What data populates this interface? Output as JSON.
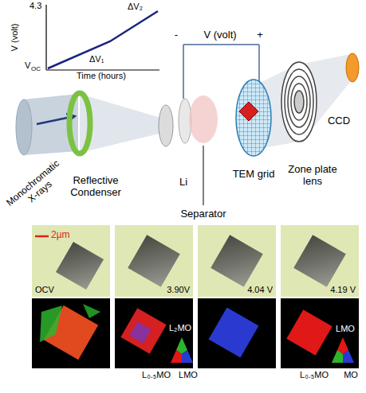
{
  "diagram": {
    "nodes": [
      {
        "text": [
          "OCV"
        ]
      },
      {
        "text": [
          "3.90V"
        ]
      },
      {
        "text": [
          "4.04 V"
        ]
      },
      {
        "text": [
          "4.19 V"
        ]
      }
    ],
    "labels": [
      "V (volt)",
      "4.3",
      "V",
      "OC",
      "Time (hours)",
      "ΔV₁",
      "ΔV₂",
      "-",
      "V (volt)",
      "+",
      "Monochromatic X-rays",
      "Reflective Condenser",
      "Li",
      "Separator",
      "TEM grid",
      "Zone plate lens",
      "CCD",
      "2µm",
      "L₂MO",
      "L₀.₅MO",
      "LMO",
      "LMO",
      "L₀.₅MO",
      "MO"
    ]
  }
}
